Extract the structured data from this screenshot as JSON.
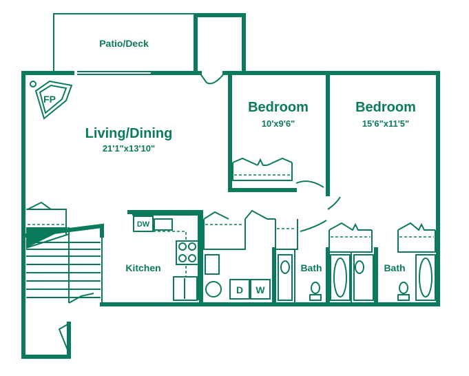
{
  "rooms": {
    "patio": {
      "label": "Patio/Deck"
    },
    "fireplace": {
      "label": "FP"
    },
    "living": {
      "label": "Living/Dining",
      "dimensions": "21'1\"x13'10\""
    },
    "bedroom1": {
      "label": "Bedroom",
      "dimensions": "10'x9'6\""
    },
    "bedroom2": {
      "label": "Bedroom",
      "dimensions": "15'6\"x11'5\""
    },
    "kitchen": {
      "label": "Kitchen"
    },
    "bath1": {
      "label": "Bath"
    },
    "bath2": {
      "label": "Bath"
    }
  },
  "appliances": {
    "dishwasher": "DW",
    "dryer": "D",
    "washer": "W"
  },
  "colors": {
    "line": "#0a7a5c",
    "background": "#ffffff"
  }
}
